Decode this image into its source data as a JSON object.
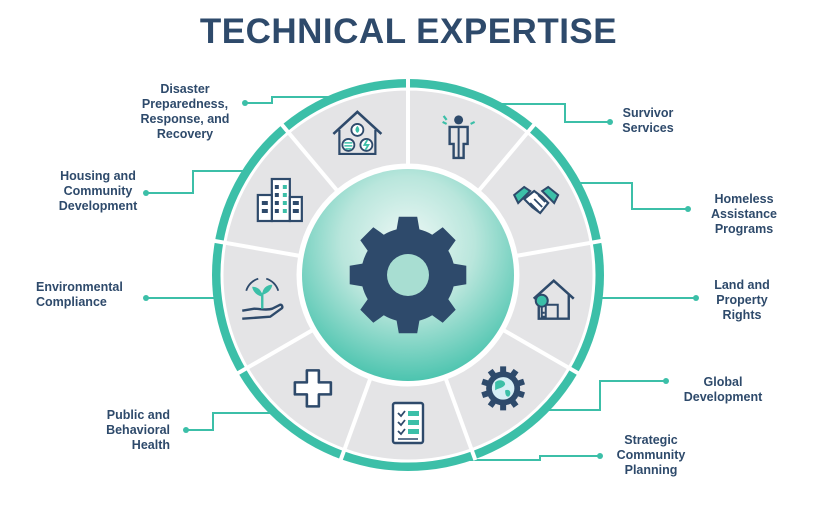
{
  "title": "TECHNICAL EXPERTISE",
  "colors": {
    "teal": "#3cbfa8",
    "navy": "#2e4a6b",
    "segment_gray": "#e4e4e6",
    "hub_light": "#e8f6f3",
    "hub_dark": "#3cbfa8",
    "separator": "#ffffff"
  },
  "center_icon": "gear-icon",
  "segments": [
    {
      "label": "Survivor\nServices",
      "icon": "person-icon"
    },
    {
      "label": "Homeless\nAssistance\nPrograms",
      "icon": "handshake-icon"
    },
    {
      "label": "Land and\nProperty\nRights",
      "icon": "house-key-icon"
    },
    {
      "label": "Global\nDevelopment",
      "icon": "globe-gear-icon"
    },
    {
      "label": "Strategic\nCommunity\nPlanning",
      "icon": "checklist-icon"
    },
    {
      "label": "Public and\nBehavioral\nHealth",
      "icon": "medical-cross-icon"
    },
    {
      "label": "Environmental\nCompliance",
      "icon": "plant-hand-icon"
    },
    {
      "label": "Housing and\nCommunity\nDevelopment",
      "icon": "buildings-icon"
    },
    {
      "label": "Disaster\nPreparedness,\nResponse, and\nRecovery",
      "icon": "house-hazard-icon"
    }
  ]
}
